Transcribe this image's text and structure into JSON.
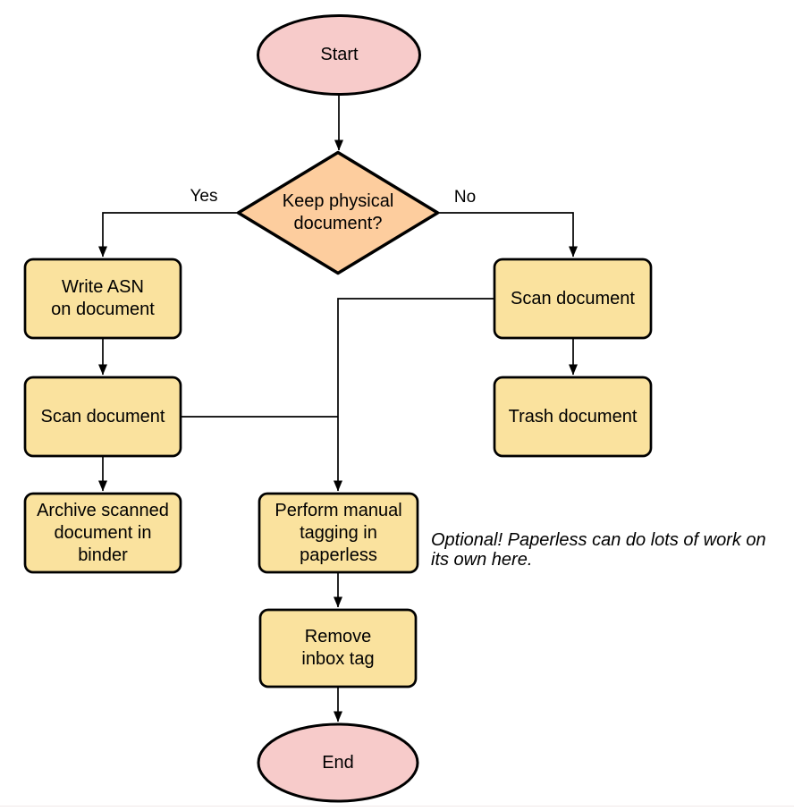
{
  "colors": {
    "terminal": "#f7cbca",
    "decision": "#fdcd9e",
    "process": "#fae29e",
    "stroke": "#000000"
  },
  "nodes": {
    "start": "Start",
    "decision": "Keep physical\ndocument?",
    "write_asn": "Write ASN\non document",
    "scan_left": "Scan document",
    "archive": "Archive scanned\ndocument in\nbinder",
    "scan_right": "Scan document",
    "trash": "Trash document",
    "tagging": "Perform manual\ntagging in\npaperless",
    "remove_inbox": "Remove\ninbox tag",
    "end": "End"
  },
  "edge_labels": {
    "yes": "Yes",
    "no": "No"
  },
  "note": "Optional! Paperless can do lots of work on\nits own here."
}
